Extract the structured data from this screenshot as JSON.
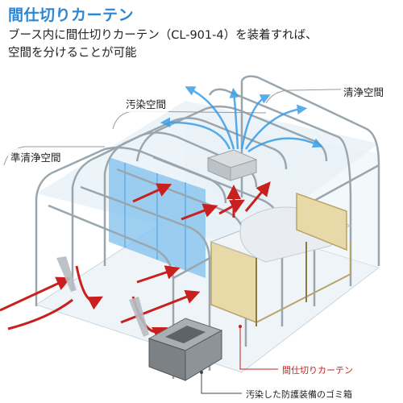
{
  "header": {
    "title": "間仕切りカーテン",
    "description_line1": "ブース内に間仕切りカーテン（CL-901-4）を装着すれば、",
    "description_line2": "空間を分けることが可能"
  },
  "zones": {
    "contaminated": "汚染空間",
    "clean": "清浄空間",
    "semi_clean": "準清浄空間"
  },
  "callouts": {
    "curtain": "間仕切りカーテン",
    "trash_box": "汚染した防護装備のゴミ箱"
  },
  "colors": {
    "title_blue": "#2b86d3",
    "arrow_red": "#c8201e",
    "curtain_blue": "#7fc0ee"
  }
}
